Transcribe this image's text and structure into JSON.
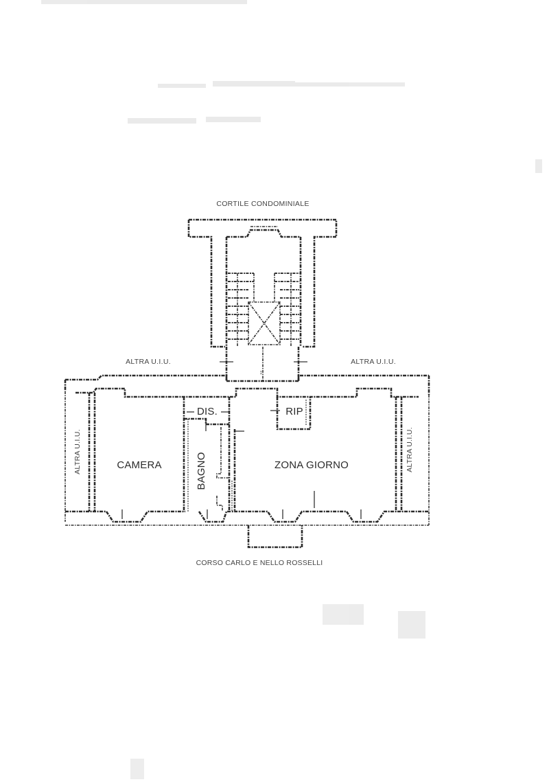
{
  "document": {
    "type": "floor-plan-scan",
    "background": "#ffffff",
    "ink_color": "#2a2a2a"
  },
  "labels": {
    "courtyard": "CORTILE CONDOMINIALE",
    "street": "CORSO CARLO E NELLO ROSSELLI",
    "neighbor_top_left": "ALTRA U.I.U.",
    "neighbor_top_right": "ALTRA U.I.U.",
    "neighbor_left": "ALTRA U.I.U.",
    "neighbor_right": "ALTRA U.I.U."
  },
  "rooms": [
    {
      "id": "camera",
      "label": "CAMERA"
    },
    {
      "id": "bagno",
      "label": "BAGNO"
    },
    {
      "id": "disimpegno",
      "label": "DIS."
    },
    {
      "id": "ripostiglio",
      "label": "RIP"
    },
    {
      "id": "zona-giorno",
      "label": "ZONA GIORNO"
    }
  ],
  "elements": {
    "staircase": "stairwell-with-lift",
    "balcony": "street-balcony"
  }
}
